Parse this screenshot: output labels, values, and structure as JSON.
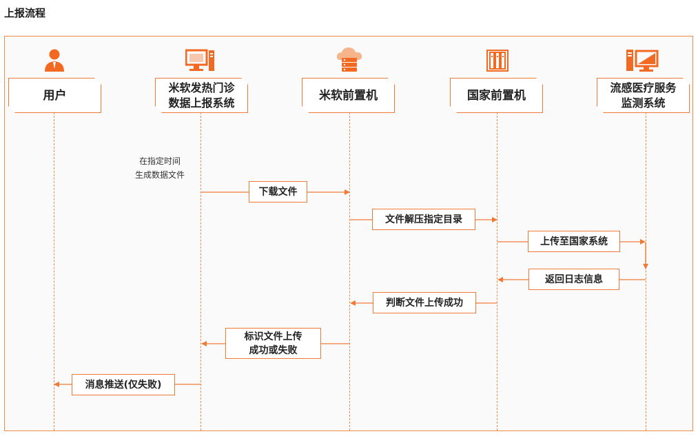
{
  "page_title": "上报流程",
  "actors": [
    {
      "id": "user",
      "name": "用户",
      "icon": "user-icon"
    },
    {
      "id": "hospital",
      "name": "米软发热门诊数据上报系统",
      "lines": [
        "米软发热门诊",
        "数据上报系统"
      ],
      "icon": "computer-icon"
    },
    {
      "id": "gateway",
      "name": "米软前置机",
      "icon": "cloud-server-icon"
    },
    {
      "id": "national",
      "name": "国家前置机",
      "icon": "server-rack-icon"
    },
    {
      "id": "monitor",
      "name": "流感医疗服务监测系统",
      "lines": [
        "流感医疗服务",
        "监测系统"
      ],
      "icon": "workstation-icon"
    }
  ],
  "notes": {
    "generate_line1": "在指定时间",
    "generate_line2": "生成数据文件"
  },
  "messages": [
    {
      "label": "下载文件",
      "from": "hospital",
      "to": "gateway"
    },
    {
      "label": "文件解压指定目录",
      "from": "gateway",
      "to": "national"
    },
    {
      "label": "上传至国家系统",
      "from": "national",
      "to": "monitor"
    },
    {
      "label": "返回日志信息",
      "from": "monitor",
      "to": "national"
    },
    {
      "label": "判断文件上传成功",
      "from": "national",
      "to": "gateway"
    },
    {
      "label": "标识文件上传成功或失败",
      "lines": [
        "标识文件上传",
        "成功或失败"
      ],
      "from": "gateway",
      "to": "hospital"
    },
    {
      "label": "消息推送(仅失败)",
      "from": "hospital",
      "to": "user"
    }
  ],
  "colors": {
    "accent": "#f07a35",
    "frame": "#f08a4b",
    "icon": "#f26a21"
  }
}
